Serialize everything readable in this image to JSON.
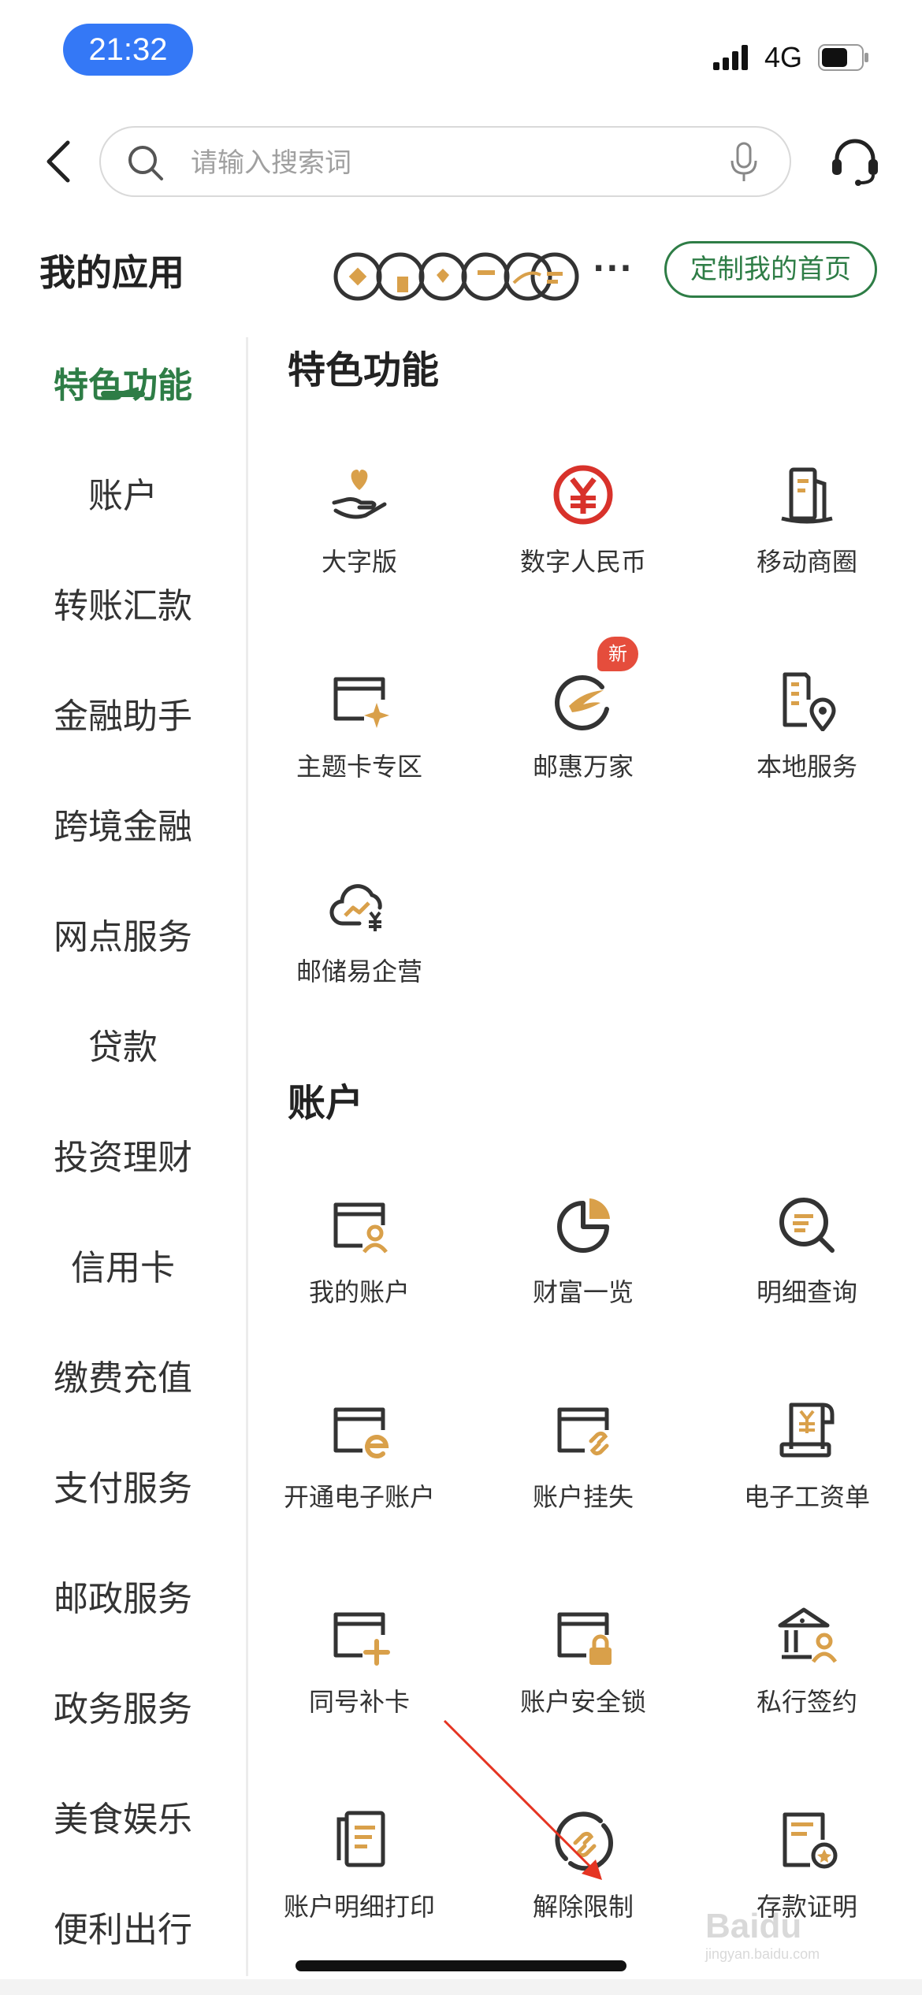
{
  "status_bar": {
    "time": "21:32",
    "network": "4G"
  },
  "search": {
    "placeholder": "请输入搜索词"
  },
  "my_apps": {
    "title": "我的应用",
    "more": "···",
    "customize_label": "定制我的首页"
  },
  "sidebar": {
    "items": [
      {
        "label": "特色功能",
        "active": true
      },
      {
        "label": "账户"
      },
      {
        "label": "转账汇款"
      },
      {
        "label": "金融助手"
      },
      {
        "label": "跨境金融"
      },
      {
        "label": "网点服务"
      },
      {
        "label": "贷款"
      },
      {
        "label": "投资理财"
      },
      {
        "label": "信用卡"
      },
      {
        "label": "缴费充值"
      },
      {
        "label": "支付服务"
      },
      {
        "label": "邮政服务"
      },
      {
        "label": "政务服务"
      },
      {
        "label": "美食娱乐"
      },
      {
        "label": "便利出行"
      }
    ]
  },
  "sections": [
    {
      "title": "特色功能",
      "items": [
        {
          "label": "大字版",
          "icon": "heart-hand-icon"
        },
        {
          "label": "数字人民币",
          "icon": "digital-rmb-icon"
        },
        {
          "label": "移动商圈",
          "icon": "building-icon"
        },
        {
          "label": "主题卡专区",
          "icon": "theme-card-icon"
        },
        {
          "label": "邮惠万家",
          "icon": "postal-benefit-icon",
          "badge": "新"
        },
        {
          "label": "本地服务",
          "icon": "local-service-icon"
        },
        {
          "label": "邮储易企营",
          "icon": "cloud-business-icon"
        }
      ]
    },
    {
      "title": "账户",
      "items": [
        {
          "label": "我的账户",
          "icon": "my-account-icon"
        },
        {
          "label": "财富一览",
          "icon": "pie-chart-icon"
        },
        {
          "label": "明细查询",
          "icon": "detail-search-icon"
        },
        {
          "label": "开通电子账户",
          "icon": "e-account-icon"
        },
        {
          "label": "账户挂失",
          "icon": "report-loss-icon"
        },
        {
          "label": "电子工资单",
          "icon": "payslip-icon"
        },
        {
          "label": "同号补卡",
          "icon": "reissue-card-icon"
        },
        {
          "label": "账户安全锁",
          "icon": "security-lock-icon"
        },
        {
          "label": "私行签约",
          "icon": "private-bank-icon"
        },
        {
          "label": "账户明细打印",
          "icon": "print-detail-icon"
        },
        {
          "label": "解除限制",
          "icon": "unlock-restriction-icon"
        },
        {
          "label": "存款证明",
          "icon": "deposit-certificate-icon"
        }
      ]
    }
  ],
  "watermark": {
    "main": "Baidu",
    "sub": "jingyan.baidu.com"
  },
  "colors": {
    "accent": "#2e7d46",
    "icon_dark": "#333333",
    "icon_gold": "#d9a04a",
    "badge": "#e54d3c",
    "rmb_red": "#d8322b"
  }
}
